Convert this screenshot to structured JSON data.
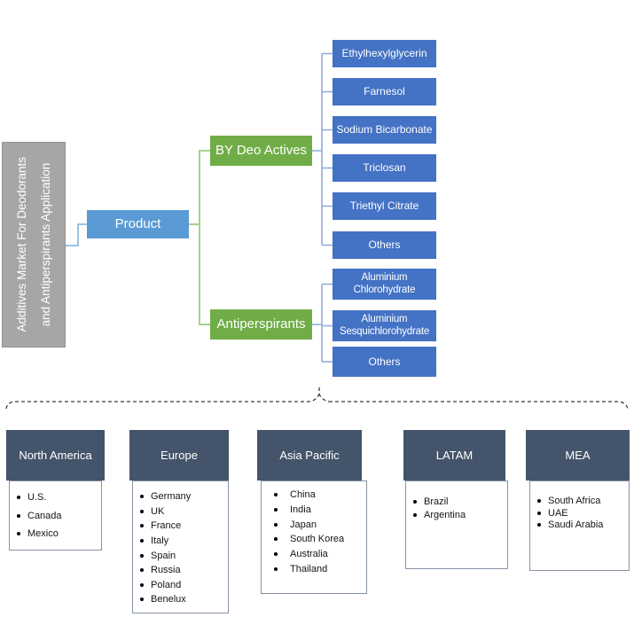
{
  "diagram": {
    "root_label": "Additives Market For Deodorants\nand Antiperspirants Application",
    "product_label": "Product",
    "branches": [
      {
        "label": "BY Deo Actives",
        "children": [
          "Ethylhexylglycerin",
          "Farnesol",
          "Sodium Bicarbonate",
          "Triclosan",
          "Triethyl Citrate",
          "Others"
        ]
      },
      {
        "label": "Antiperspirants",
        "children": [
          "Aluminium Chlorohydrate",
          "Aluminium Sesquichlorohydrate",
          "Others"
        ]
      }
    ]
  },
  "regions": [
    {
      "name": "North America",
      "countries": [
        "U.S.",
        "Canada",
        "Mexico"
      ]
    },
    {
      "name": "Europe",
      "countries": [
        "Germany",
        "UK",
        "France",
        "Italy",
        "Spain",
        "Russia",
        "Poland",
        "Benelux"
      ]
    },
    {
      "name": "Asia Pacific",
      "countries": [
        "China",
        "India",
        "Japan",
        "South Korea",
        "Australia",
        "Thailand"
      ]
    },
    {
      "name": "LATAM",
      "countries": [
        "Brazil",
        "Argentina"
      ]
    },
    {
      "name": "MEA",
      "countries": [
        "South Africa",
        "UAE",
        "Saudi Arabia"
      ]
    }
  ],
  "colors": {
    "segment_blue": "#4472C4",
    "product_blue": "#5B9BD5",
    "branch_green": "#70AD47",
    "root_gray": "#A6A6A6",
    "region_header": "#44546A",
    "connector_blue": "#9DC3E6",
    "connector_green": "#A9D18E",
    "connector_periwinkle": "#8FAADC"
  }
}
